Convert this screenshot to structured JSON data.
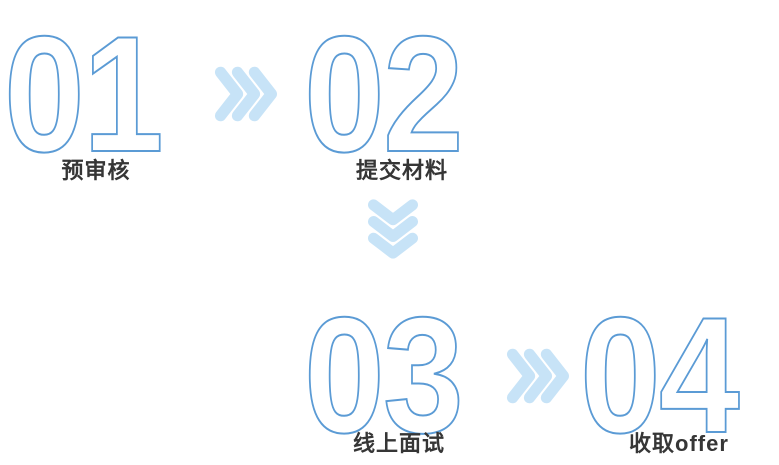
{
  "diagram": {
    "type": "process-flow",
    "background_color": "#ffffff",
    "steps": [
      {
        "number": "01",
        "label": "预审核"
      },
      {
        "number": "02",
        "label": "提交材料"
      },
      {
        "number": "03",
        "label": "线上面试"
      },
      {
        "number": "04",
        "label": "收取offer"
      }
    ],
    "connectors": [
      {
        "from": "01",
        "to": "02",
        "icon": "chevron-right-triple"
      },
      {
        "from": "02",
        "to": "03",
        "icon": "chevron-down-triple"
      },
      {
        "from": "03",
        "to": "04",
        "icon": "chevron-right-triple"
      }
    ],
    "colors": {
      "number_outline": "#5B9BD5",
      "number_fill": "#ffffff",
      "arrow_fill": "#C7E3F7",
      "label_text": "#363636"
    }
  }
}
